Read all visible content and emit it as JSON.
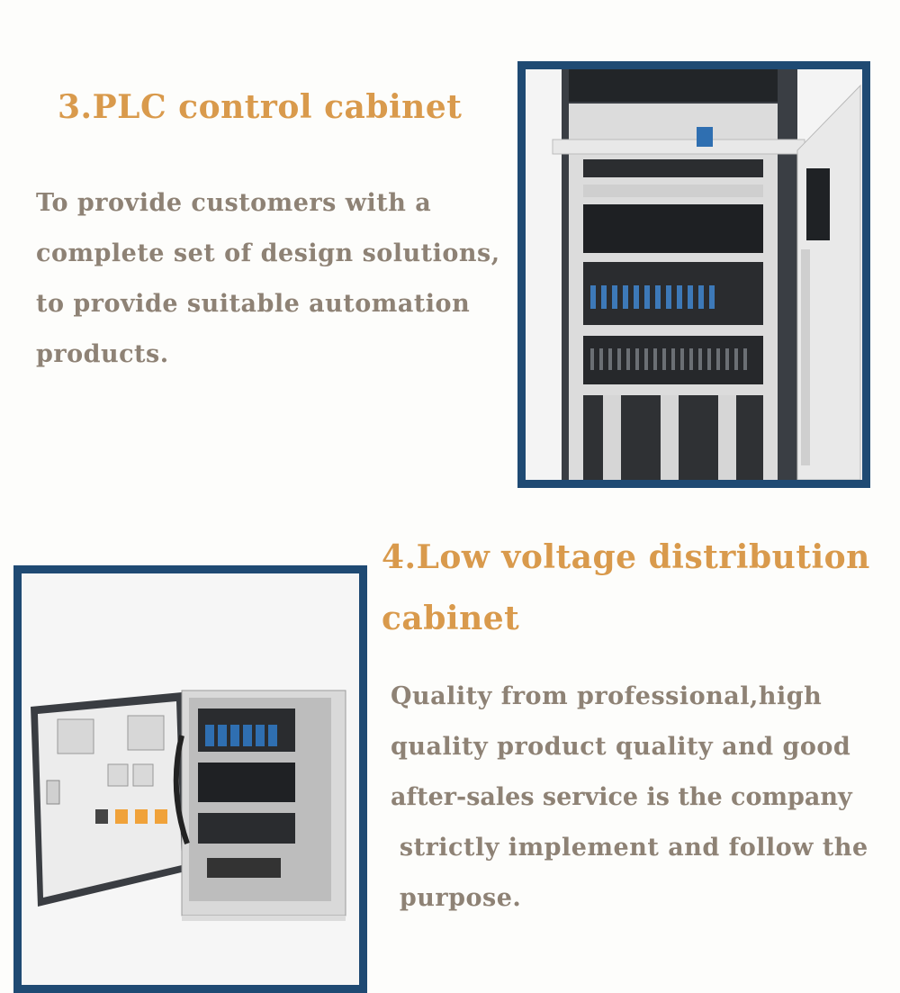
{
  "section_plc": {
    "title": "3.PLC control cabinet",
    "lines": [
      "To provide customers with a",
      "complete set of design solutions,",
      " to provide suitable automation",
      "products."
    ],
    "image_alt": "PLC control cabinet"
  },
  "section_low_voltage": {
    "title_line1": "4.Low voltage distribution",
    "title_line2": "cabinet",
    "lines": [
      "Quality from professional,high",
      "quality product quality and good",
      "after-sales service is the company",
      " strictly implement and follow the",
      " purpose."
    ],
    "image_alt": "Low voltage distribution cabinet"
  },
  "colors": {
    "heading": "#d99a4c",
    "body_text": "#8e8275",
    "frame_border": "#1f4a73",
    "background": "#fdfdfb"
  }
}
